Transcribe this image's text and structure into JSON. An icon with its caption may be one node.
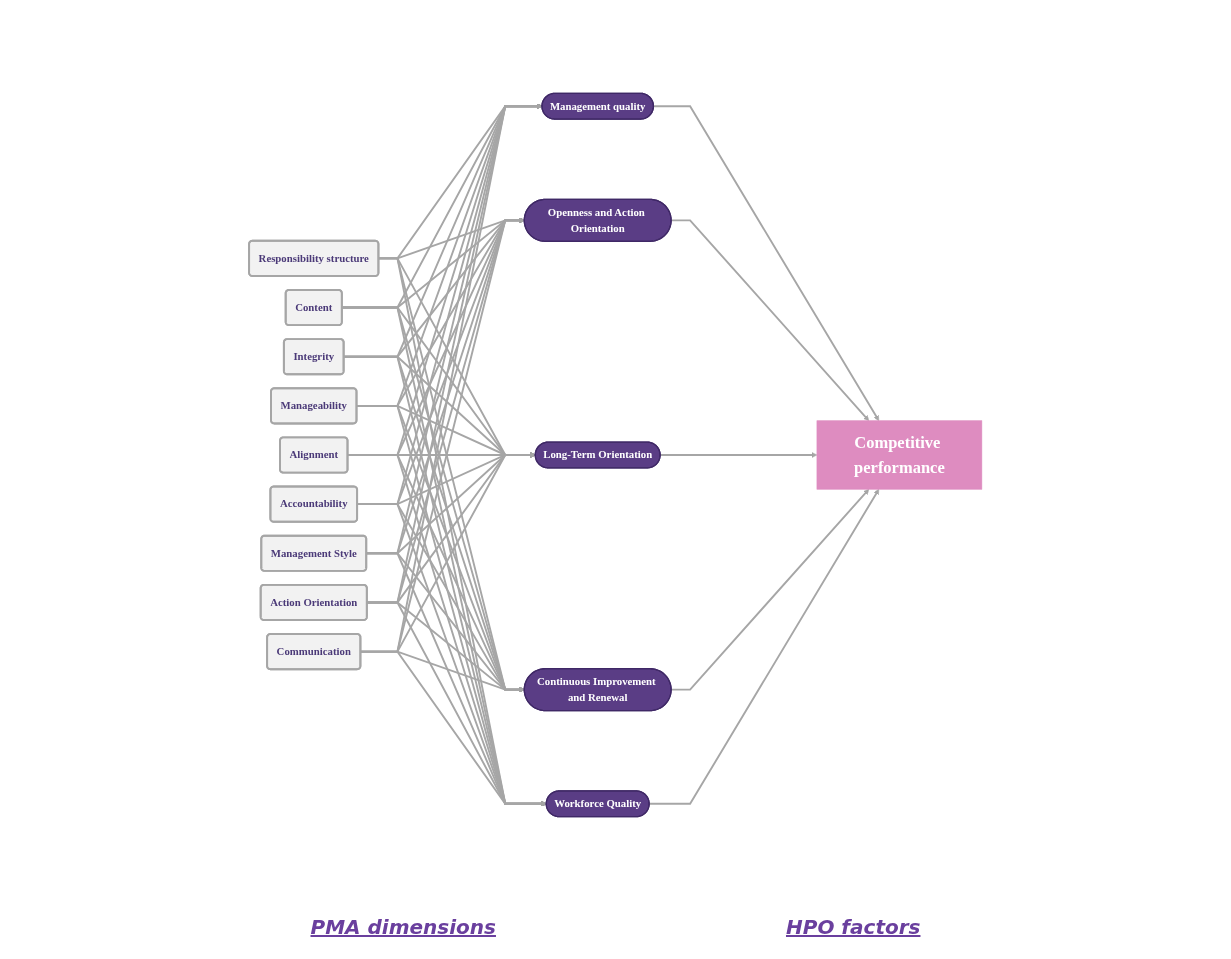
{
  "diagram": {
    "nodes": [
      {
        "text": [
          "Responsibility structure"
        ]
      },
      {
        "text": [
          "Content"
        ]
      },
      {
        "text": [
          "Integrity"
        ]
      },
      {
        "text": [
          "Manageability"
        ]
      },
      {
        "text": [
          "Alignment"
        ]
      },
      {
        "text": [
          "Accountability"
        ]
      },
      {
        "text": [
          "Management Style"
        ]
      },
      {
        "text": [
          "Action Orientation"
        ]
      },
      {
        "text": [
          "Communication"
        ]
      },
      {
        "text": [
          "Management quality"
        ]
      },
      {
        "text": [
          "Openness and Action Orientation"
        ]
      },
      {
        "text": [
          "Long-Term Orientation"
        ]
      },
      {
        "text": [
          "Continuous Improvement and Renewal"
        ]
      },
      {
        "text": [
          "Workforce Quality"
        ]
      },
      {
        "text": [
          "Competitive performance"
        ]
      }
    ],
    "edges": [
      {
        "from": 0,
        "to": 9,
        "arrow": "to"
      },
      {
        "from": 0,
        "to": 10,
        "arrow": "to"
      },
      {
        "from": 0,
        "to": 11,
        "arrow": "to"
      },
      {
        "from": 0,
        "to": 12,
        "arrow": "to"
      },
      {
        "from": 0,
        "to": 13,
        "arrow": "to"
      },
      {
        "from": 1,
        "to": 9,
        "arrow": "to"
      },
      {
        "from": 1,
        "to": 10,
        "arrow": "to"
      },
      {
        "from": 1,
        "to": 11,
        "arrow": "to"
      },
      {
        "from": 1,
        "to": 12,
        "arrow": "to"
      },
      {
        "from": 1,
        "to": 13,
        "arrow": "to"
      },
      {
        "from": 2,
        "to": 9,
        "arrow": "to"
      },
      {
        "from": 2,
        "to": 10,
        "arrow": "to"
      },
      {
        "from": 2,
        "to": 11,
        "arrow": "to"
      },
      {
        "from": 2,
        "to": 12,
        "arrow": "to"
      },
      {
        "from": 2,
        "to": 13,
        "arrow": "to"
      },
      {
        "from": 3,
        "to": 9,
        "arrow": "to"
      },
      {
        "from": 3,
        "to": 10,
        "arrow": "to"
      },
      {
        "from": 3,
        "to": 11,
        "arrow": "to"
      },
      {
        "from": 3,
        "to": 12,
        "arrow": "to"
      },
      {
        "from": 3,
        "to": 13,
        "arrow": "to"
      },
      {
        "from": 4,
        "to": 9,
        "arrow": "to"
      },
      {
        "from": 4,
        "to": 10,
        "arrow": "to"
      },
      {
        "from": 4,
        "to": 11,
        "arrow": "to"
      },
      {
        "from": 4,
        "to": 12,
        "arrow": "to"
      },
      {
        "from": 4,
        "to": 13,
        "arrow": "to"
      },
      {
        "from": 5,
        "to": 9,
        "arrow": "to"
      },
      {
        "from": 5,
        "to": 10,
        "arrow": "to"
      },
      {
        "from": 5,
        "to": 11,
        "arrow": "to"
      },
      {
        "from": 5,
        "to": 12,
        "arrow": "to"
      },
      {
        "from": 5,
        "to": 13,
        "arrow": "to"
      },
      {
        "from": 6,
        "to": 9,
        "arrow": "to"
      },
      {
        "from": 6,
        "to": 10,
        "arrow": "to"
      },
      {
        "from": 6,
        "to": 11,
        "arrow": "to"
      },
      {
        "from": 6,
        "to": 12,
        "arrow": "to"
      },
      {
        "from": 6,
        "to": 13,
        "arrow": "to"
      },
      {
        "from": 7,
        "to": 9,
        "arrow": "to"
      },
      {
        "from": 7,
        "to": 10,
        "arrow": "to"
      },
      {
        "from": 7,
        "to": 11,
        "arrow": "to"
      },
      {
        "from": 7,
        "to": 12,
        "arrow": "to"
      },
      {
        "from": 7,
        "to": 13,
        "arrow": "to"
      },
      {
        "from": 8,
        "to": 9,
        "arrow": "to"
      },
      {
        "from": 8,
        "to": 10,
        "arrow": "to"
      },
      {
        "from": 8,
        "to": 11,
        "arrow": "to"
      },
      {
        "from": 8,
        "to": 12,
        "arrow": "to"
      },
      {
        "from": 8,
        "to": 13,
        "arrow": "to"
      },
      {
        "from": 9,
        "to": 14,
        "arrow": "to"
      },
      {
        "from": 10,
        "to": 14,
        "arrow": "to"
      },
      {
        "from": 11,
        "to": 14,
        "arrow": "to"
      },
      {
        "from": 12,
        "to": 14,
        "arrow": "to"
      },
      {
        "from": 13,
        "to": 14,
        "arrow": "to"
      }
    ],
    "labels": [
      "PMA dimensions",
      "HPO factors"
    ]
  }
}
